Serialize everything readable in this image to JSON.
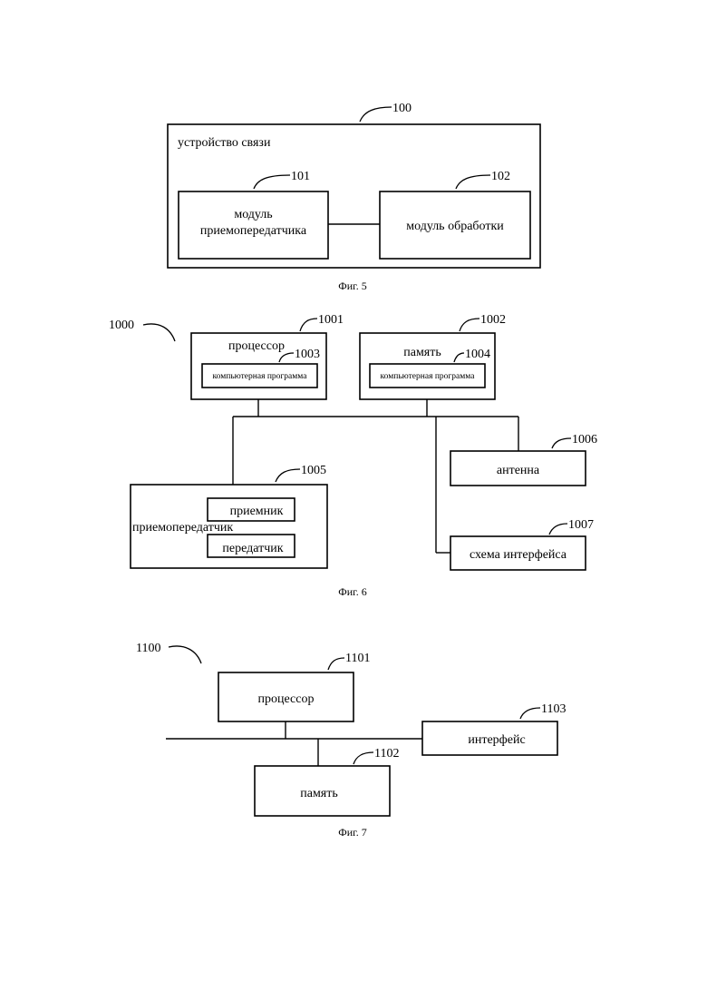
{
  "fig5": {
    "caption": "Фиг. 5",
    "device_ref": "100",
    "device_label": "устройство связи",
    "transceiver_ref": "101",
    "transceiver_line1": "модуль",
    "transceiver_line2": "приемопередатчика",
    "processing_ref": "102",
    "processing_label": "модуль обработки"
  },
  "fig6": {
    "caption": "Фиг. 6",
    "device_ref": "1000",
    "processor_ref": "1001",
    "processor_label": "процессор",
    "processor_program_ref": "1003",
    "processor_program_label": "компьютерная программа",
    "memory_ref": "1002",
    "memory_label": "память",
    "memory_program_ref": "1004",
    "memory_program_label": "компьютерная программа",
    "transceiver_ref": "1005",
    "transceiver_label": "приемопередатчик",
    "receiver_label": "приемник",
    "transmitter_label": "передатчик",
    "antenna_ref": "1006",
    "antenna_label": "антенна",
    "interface_ref": "1007",
    "interface_label": "схема интерфейса"
  },
  "fig7": {
    "caption": "Фиг. 7",
    "device_ref": "1100",
    "processor_ref": "1101",
    "processor_label": "процессор",
    "memory_ref": "1102",
    "memory_label": "память",
    "interface_ref": "1103",
    "interface_label": "интерфейс"
  }
}
